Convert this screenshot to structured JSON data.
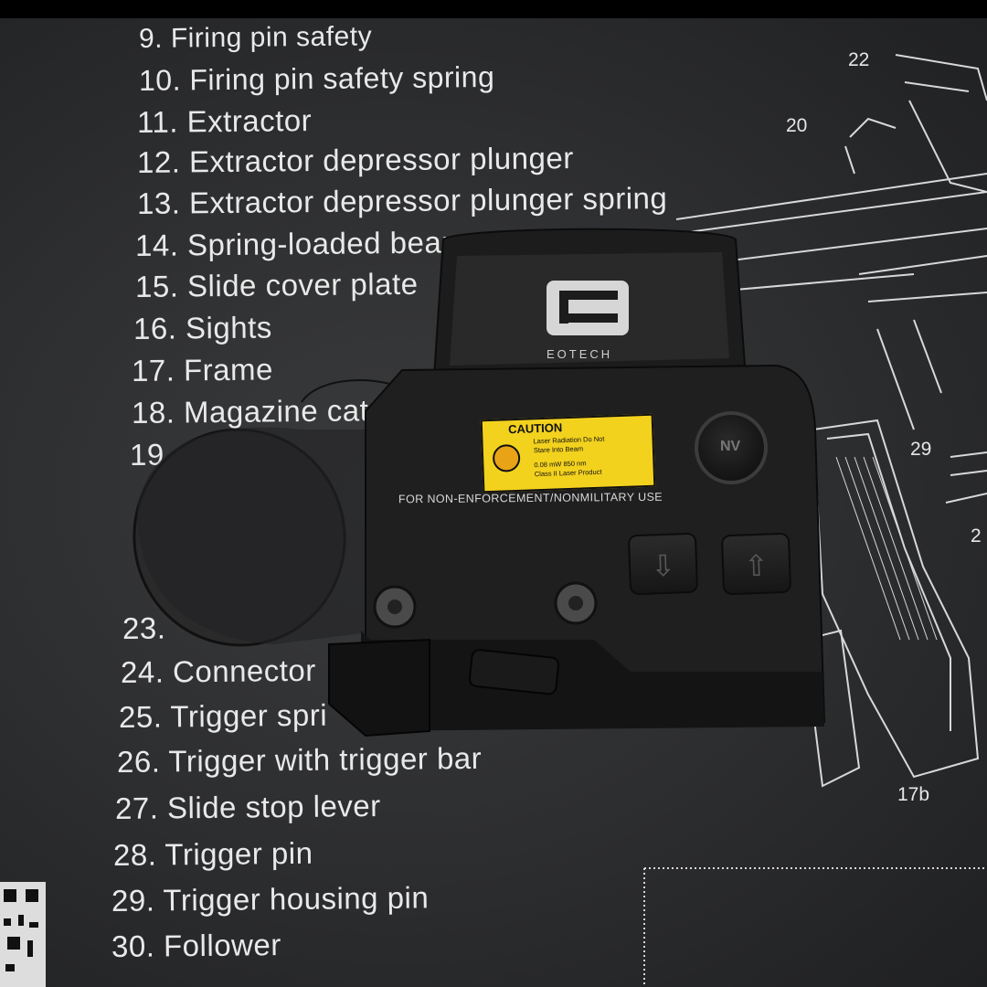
{
  "mat": {
    "parts_list": [
      "9. Firing pin safety",
      "10. Firing pin safety spring",
      "11. Extractor",
      "12. Extractor depressor plunger",
      "13. Extractor depressor plunger spring",
      "14. Spring-loaded bear",
      "15. Slide cover plate",
      "16. Sights",
      "17. Frame",
      "18. Magazine catch",
      "19",
      "23.",
      "24. Connector",
      "25. Trigger spri",
      "26. Trigger with trigger bar",
      "27. Slide stop lever",
      "28. Trigger pin",
      "29. Trigger housing pin",
      "30. Follower"
    ],
    "callouts": [
      "22",
      "20",
      "29",
      "17b",
      "2"
    ]
  },
  "sight": {
    "brand_text": "EOTECH",
    "caution": {
      "heading": "CAUTION",
      "lines": [
        "Laser Radiation  Do Not",
        "Stare Into Beam",
        "0.08 mW  850 nm",
        "Class II Laser Product"
      ]
    },
    "warning_text": "FOR NON-ENFORCEMENT/NONMILITARY USE",
    "nv_button_label": "NV",
    "down_button_icon": "arrow-down-icon",
    "up_button_icon": "arrow-up-icon"
  },
  "colors": {
    "mat": "#2e2f31",
    "mat_text": "#e9e9e9",
    "sight_body": "#1d1d1e",
    "caution_label": "#f3d21e"
  }
}
